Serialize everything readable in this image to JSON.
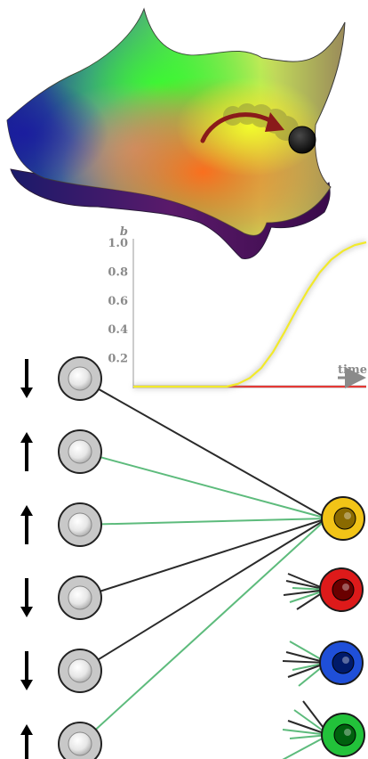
{
  "chart_data": {
    "type": "line",
    "ylabel": "b",
    "xlabel": "time",
    "ylim": [
      0,
      1.0
    ],
    "yticks": [
      "0.2",
      "0.4",
      "0.6",
      "0.8",
      "1.0"
    ],
    "x": [
      0,
      0.1,
      0.2,
      0.3,
      0.4,
      0.45,
      0.5,
      0.55,
      0.6,
      0.65,
      0.7,
      0.75,
      0.8,
      0.85,
      0.9,
      0.95,
      1.0
    ],
    "series": [
      {
        "color": "#f2ea2a",
        "values": [
          0,
          0,
          0,
          0,
          0,
          0.02,
          0.06,
          0.13,
          0.24,
          0.38,
          0.53,
          0.67,
          0.79,
          0.88,
          0.94,
          0.98,
          1.0
        ]
      },
      {
        "color": "#e53935",
        "values": [
          0,
          0,
          0,
          0,
          0,
          0,
          0,
          0,
          0,
          0,
          0,
          0,
          0,
          0,
          0,
          0,
          0
        ]
      },
      {
        "color": "#3355dd",
        "values": [
          0,
          0,
          0,
          0,
          0,
          0,
          0,
          0,
          0,
          0,
          0,
          0,
          0,
          0,
          0,
          0,
          0
        ]
      },
      {
        "color": "#2ecc40",
        "values": [
          0,
          0,
          0,
          0,
          0,
          0,
          0,
          0,
          0,
          0,
          0,
          0,
          0,
          0,
          0,
          0,
          0
        ]
      }
    ],
    "grid": false
  },
  "network": {
    "inputs": [
      {
        "spin": "down"
      },
      {
        "spin": "up"
      },
      {
        "spin": "up"
      },
      {
        "spin": "down"
      },
      {
        "spin": "down"
      },
      {
        "spin": "up"
      }
    ],
    "outputs": [
      {
        "color": "#f2c417",
        "dark": "#8a6a00"
      },
      {
        "color": "#dd1a1a",
        "dark": "#6a0000"
      },
      {
        "color": "#1f4fd8",
        "dark": "#001a6a"
      },
      {
        "color": "#22c23a",
        "dark": "#00600e"
      }
    ],
    "colors": {
      "excite": "#5dbb7c",
      "inhibit": "#2a2a2a"
    }
  }
}
